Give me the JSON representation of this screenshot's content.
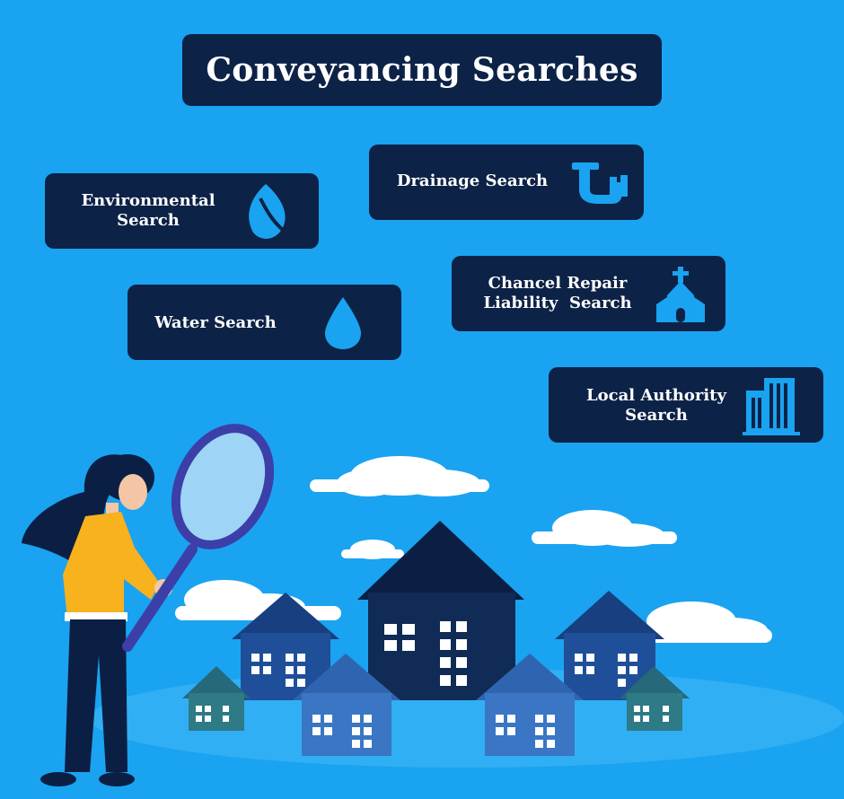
{
  "title": "Conveyancing Searches",
  "cards": {
    "environmental": {
      "line1": "Environmental",
      "line2": "Search",
      "icon": "leaf-icon"
    },
    "drainage": {
      "line1": "Drainage Search",
      "icon": "pipe-icon"
    },
    "water": {
      "line1": "Water Search",
      "icon": "water-drop-icon"
    },
    "chancel": {
      "line1": "Chancel Repair",
      "line2": "Liability  Search",
      "icon": "church-icon"
    },
    "local_authority": {
      "line1": "Local Authority",
      "line2": "Search",
      "icon": "office-building-icon"
    }
  },
  "colors": {
    "background": "#1aa3f0",
    "card": "#0d2247",
    "icon": "#1aa3f0",
    "house_dark": "#102b55",
    "house_mid": "#1f4f98",
    "house_light": "#3a76c4",
    "house_teal": "#2e7a86"
  }
}
